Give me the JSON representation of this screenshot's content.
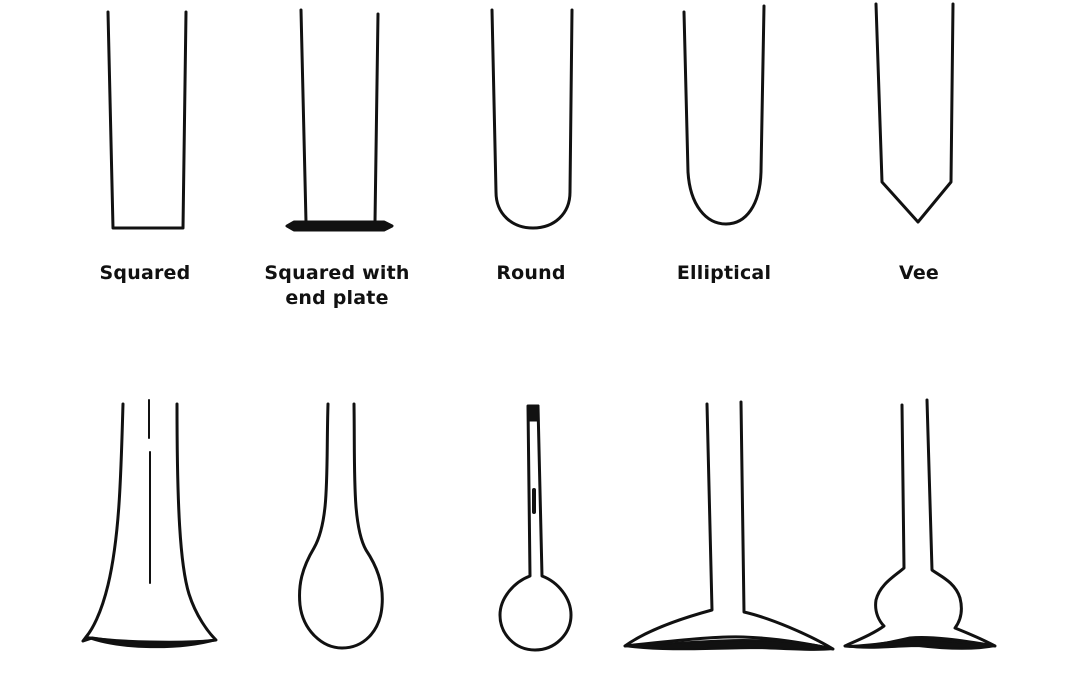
{
  "diagram": {
    "labels": {
      "squared": "Squared",
      "squared_end_plate_line1": "Squared with",
      "squared_end_plate_line2": "end plate",
      "round": "Round",
      "elliptical": "Elliptical",
      "vee": "Vee"
    },
    "stroke_color": "#111111",
    "background": "#ffffff"
  }
}
